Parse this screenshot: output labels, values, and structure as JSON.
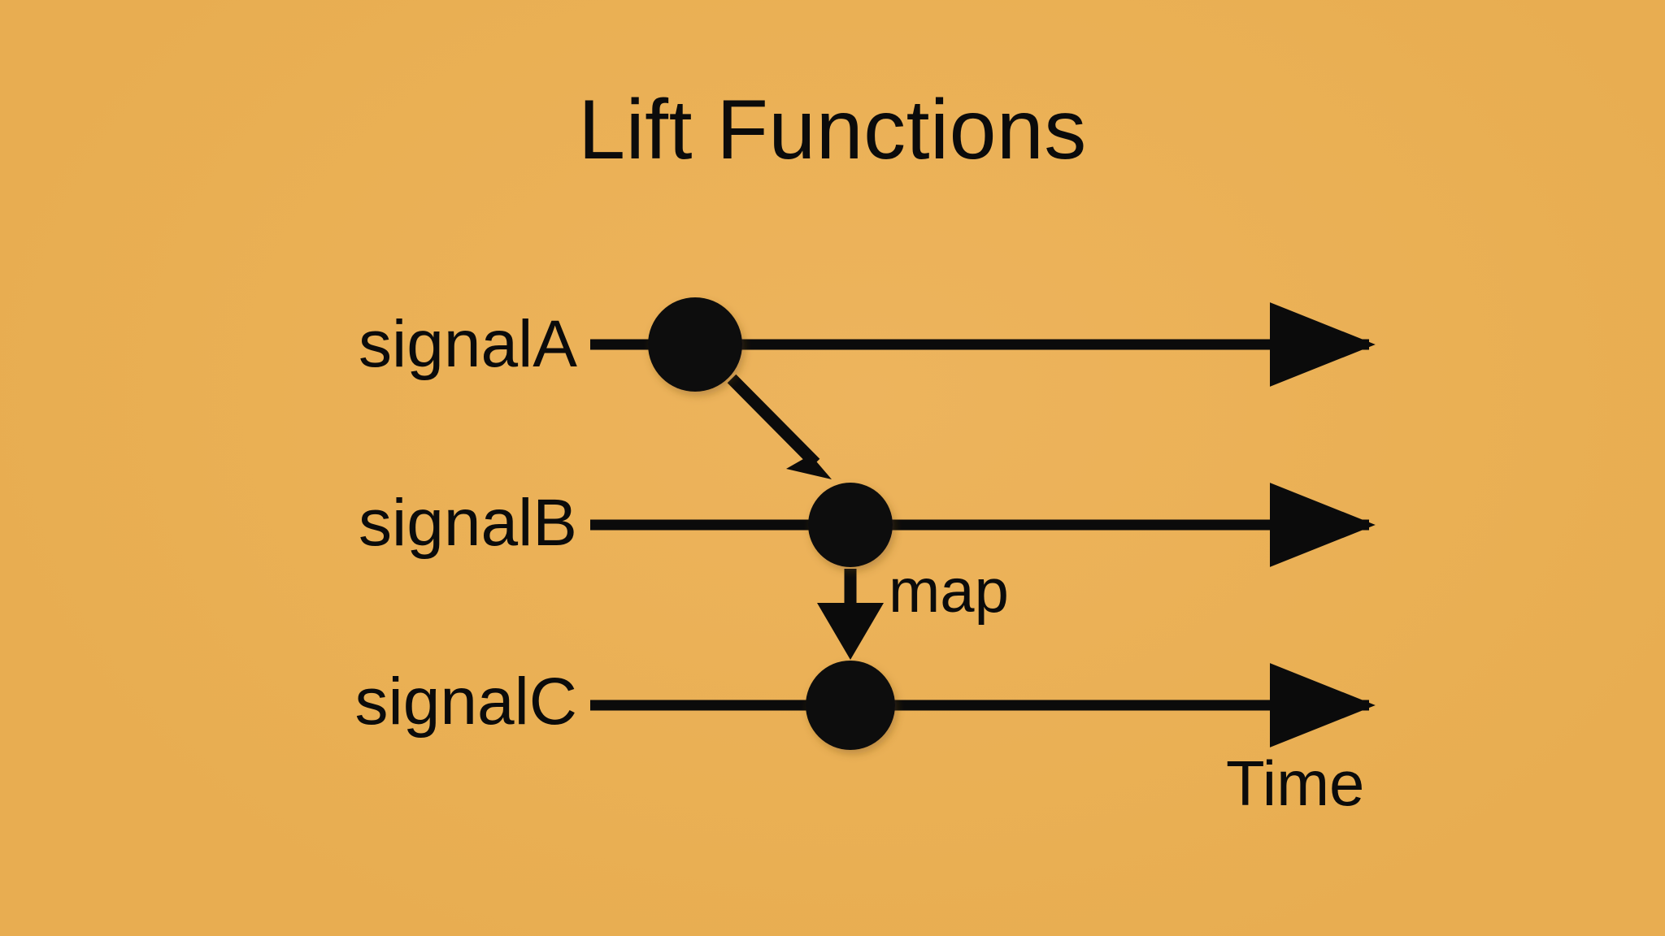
{
  "diagram": {
    "title": "Lift Functions",
    "background_color": "#E9AF53",
    "ink_color": "#0B0B0B",
    "axis_label": "Time",
    "operator_label": "map",
    "lanes": [
      {
        "id": "signalA",
        "label": "signalA",
        "event_marker": "filled-circle"
      },
      {
        "id": "signalB",
        "label": "signalB",
        "event_marker": "filled-circle"
      },
      {
        "id": "signalC",
        "label": "signalC",
        "event_marker": "filled-circle"
      }
    ],
    "transformations": [
      {
        "from": "signalA",
        "to": "signalB",
        "label": ""
      },
      {
        "from": "signalB",
        "to": "signalC",
        "label": "map"
      }
    ]
  }
}
